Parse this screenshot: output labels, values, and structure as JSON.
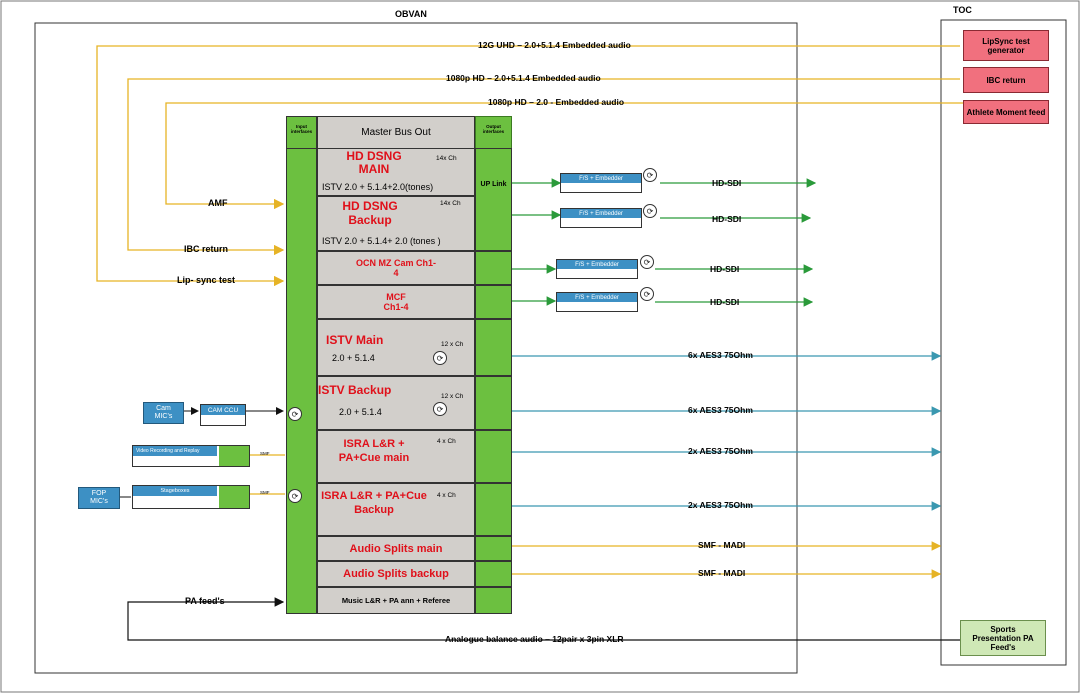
{
  "labels": {
    "obvan": "OBVAN",
    "toc": "TOC",
    "master_bus_out": "Master Bus Out",
    "input_interfaces": "Input interfaces",
    "output_interfaces": "Output interfaces",
    "up_link": "UP Link"
  },
  "toc_sources": [
    "LipSync test generator",
    "IBC return",
    "Athlete Moment feed"
  ],
  "toc_sink": "Sports Presentation PA Feed's",
  "feeds": [
    "12G UHD  – 2.0+5.1.4 Embedded audio",
    "1080p HD – 2.0+5.1.4 Embedded audio",
    "1080p HD – 2.0 - Embedded audio"
  ],
  "inputs": [
    "AMF",
    "IBC return",
    "Lip- sync test",
    "PA feed's"
  ],
  "bus_rows": [
    {
      "title": "HD  DSNG MAIN",
      "sub": "ISTV 2.0 + 5.1.4+2.0(tones)",
      "ch": "14x Ch"
    },
    {
      "title": "HD  DSNG Backup",
      "sub": "ISTV 2.0 + 5.1.4+ 2.0 (tones )",
      "ch": "14x Ch"
    },
    {
      "title": "OCN MZ Cam Ch1-4"
    },
    {
      "title": "MCF Ch1-4"
    },
    {
      "title": "ISTV Main",
      "sub": "2.0 + 5.1.4",
      "ch": "12 x Ch"
    },
    {
      "title": "ISTV Backup",
      "sub": "2.0 + 5.1.4",
      "ch": "12 x Ch"
    },
    {
      "title": "ISRA L&R + PA+Cue main",
      "ch": "4 x Ch"
    },
    {
      "title": "ISRA L&R + PA+Cue Backup",
      "ch": "4 x Ch"
    },
    {
      "title": "Audio Splits main"
    },
    {
      "title": "Audio Splits backup"
    },
    {
      "title": "Music L&R + PA ann + Referee"
    }
  ],
  "embedder_label": "F/S + Embedder",
  "outputs": {
    "hdsdi": "HD-SDI",
    "aes6": "6x AES3 75Ohm",
    "aes2": "2x AES3 75Ohm",
    "madi": "SMF - MADI"
  },
  "left_sources": {
    "cam_mics": "Cam MIC's",
    "cam_ccu": "CAM CCU",
    "video_recording": "Video Recording and Replay",
    "fop_mics": "FOP MIC's",
    "stageboxes": "Stageboxes",
    "smf": "SMF"
  },
  "analogue": "Analogue balance audio – 12pair x 3pin XLR",
  "colors": {
    "yellow": "#e6b325",
    "green": "#2a9a3a",
    "teal": "#3a98b0",
    "black": "#111111"
  }
}
